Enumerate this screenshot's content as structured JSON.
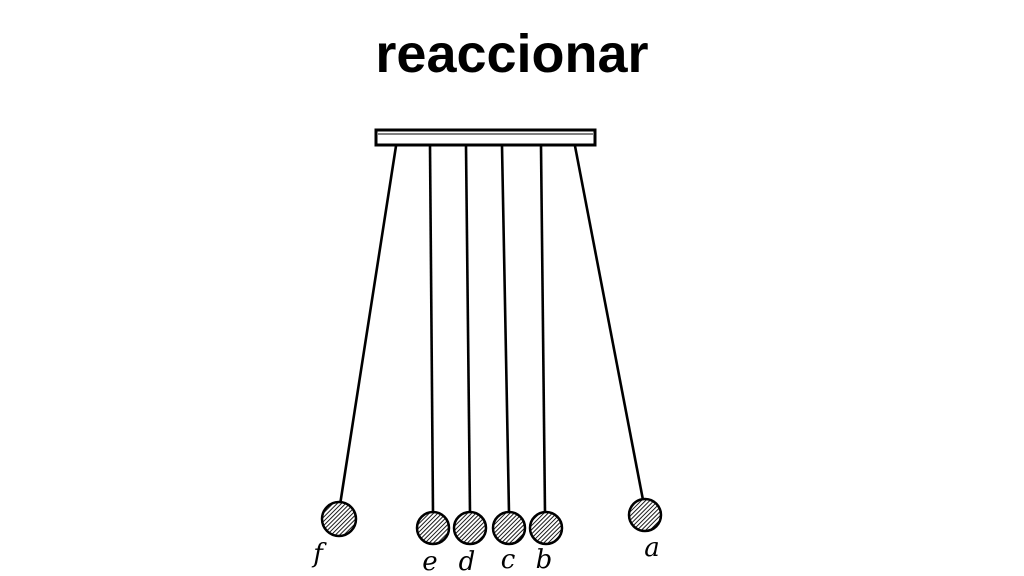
{
  "slide": {
    "title": "reaccionar"
  },
  "diagram": {
    "subject": "newtons-cradle",
    "balls": [
      {
        "label": "f",
        "state": "swung-left"
      },
      {
        "label": "e",
        "state": "hanging"
      },
      {
        "label": "d",
        "state": "hanging"
      },
      {
        "label": "c",
        "state": "hanging"
      },
      {
        "label": "b",
        "state": "hanging"
      },
      {
        "label": "a",
        "state": "swung-right"
      }
    ]
  },
  "colors": {
    "ink": "#000000",
    "background": "#ffffff"
  }
}
